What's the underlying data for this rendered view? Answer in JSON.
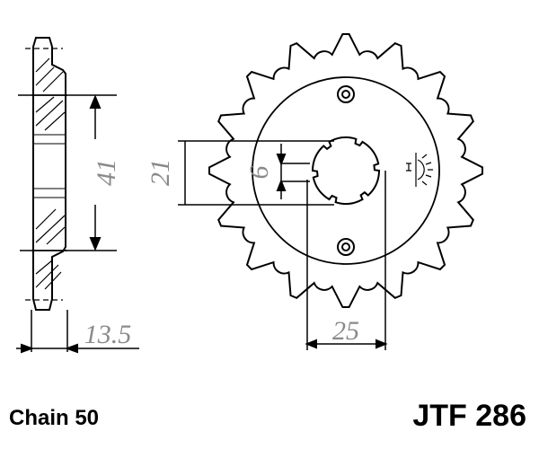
{
  "dimensions": {
    "bolt_circle": "41",
    "spline_outer": "21",
    "spline_width": "6",
    "spline_center": "25",
    "thickness": "13.5"
  },
  "footer": {
    "chain": "Chain 50",
    "part_number": "JTF 286"
  },
  "sprocket": {
    "teeth": 16
  },
  "colors": {
    "line": "#000000",
    "dimension_text": "#8a8a8a"
  }
}
